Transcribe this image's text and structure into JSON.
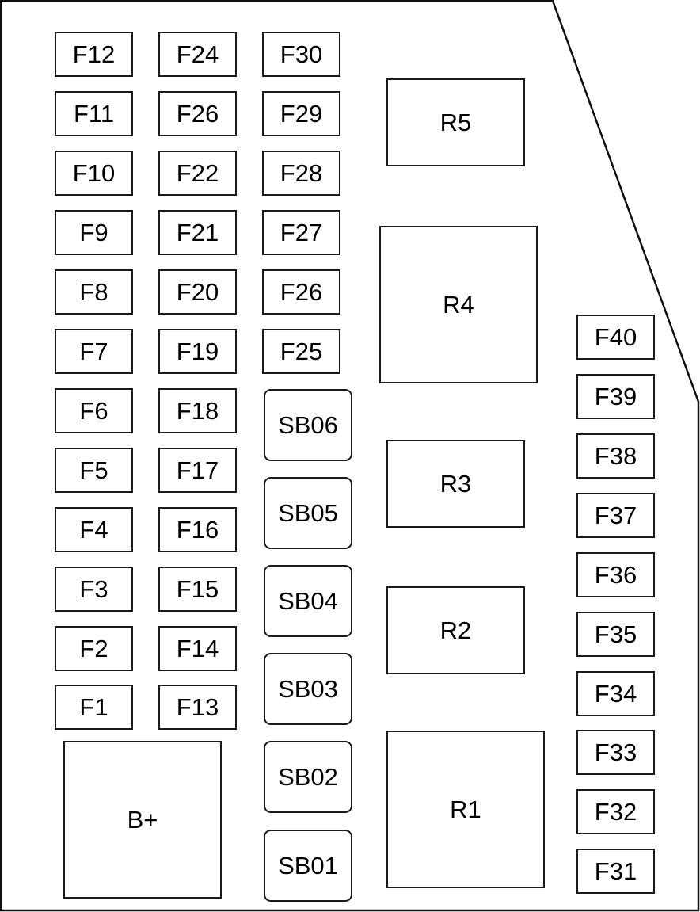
{
  "diagram": {
    "title": "Fuse box layout",
    "fuses_col1": [
      "F12",
      "F11",
      "F10",
      "F9",
      "F8",
      "F7",
      "F6",
      "F5",
      "F4",
      "F3",
      "F2",
      "F1"
    ],
    "fuses_col2": [
      "F24",
      "F26",
      "F22",
      "F21",
      "F20",
      "F19",
      "F18",
      "F17",
      "F16",
      "F15",
      "F14",
      "F13"
    ],
    "fuses_col3": [
      "F30",
      "F29",
      "F28",
      "F27",
      "F26",
      "F25"
    ],
    "sb_fuses": [
      "SB06",
      "SB05",
      "SB04",
      "SB03",
      "SB02",
      "SB01"
    ],
    "fuses_right": [
      "F40",
      "F39",
      "F38",
      "F37",
      "F36",
      "F35",
      "F34",
      "F33",
      "F32",
      "F31"
    ],
    "relays": {
      "r5": "R5",
      "r4": "R4",
      "r3": "R3",
      "r2": "R2",
      "r1": "R1"
    },
    "battery": "B+"
  }
}
